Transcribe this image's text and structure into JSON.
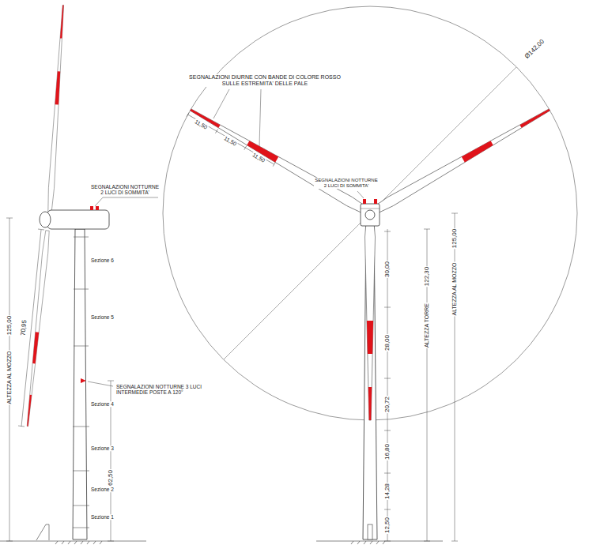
{
  "diagram": {
    "labels": [
      "SEGNALAZIONI NOTTURNE 2 LUCI DI SOMMITA'",
      "70,95",
      "ALTEZZA AL MOZZO",
      "125,00",
      "Sezione 6",
      "Sezione 5",
      "Sezione 4",
      "Sezione 3",
      "Sezione 2",
      "Sezione 1",
      "SEGNALAZIONI NOTTURNE 3 LUCI INTERMEDIE POSTE A 120°",
      "62,50",
      "SEGNALAZIONI DIURNE CON BANDE DI COLORE ROSSO SULLE ESTREMITA' DELLE PALE",
      "11,50",
      "11,50",
      "11,50",
      "Ø142,00",
      "SEGNALAZIONI NOTTURNE 2 LUCI DI SOMMITA'",
      "30,00",
      "28,00",
      "20,72",
      "16,80",
      "14,28",
      "12,50",
      "ALTEZZA TORRE",
      "122,30",
      "ALTEZZA AL MOZZO",
      "125,00"
    ]
  }
}
